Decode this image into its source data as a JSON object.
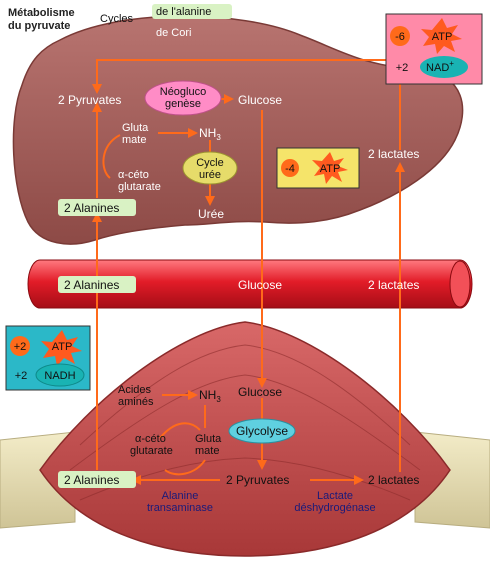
{
  "header": {
    "title_line1": "Métabolisme",
    "title_line2": "du pyruvate",
    "cycles": "Cycles",
    "cycle_alanine": "de l'alanine",
    "cycle_cori": "de Cori"
  },
  "liver": {
    "pyruvates": "2 Pyruvates",
    "neoglucogenese_line1": "Néogluco",
    "neoglucogenese_line2": "genèse",
    "glucose": "Glucose",
    "glutamate_line1": "Gluta",
    "glutamate_line2": "mate",
    "nh3_base": "NH",
    "nh3_sub": "3",
    "alpha_ceto_line1": "α-céto",
    "alpha_ceto_line2": "glutarate",
    "cycle_uree_line1": "Cycle",
    "cycle_uree_line2": "urée",
    "uree": "Urée",
    "alanines": "2 Alanines",
    "lactates": "2 lactates",
    "atp_cost": "-4",
    "atp_label": "ATP"
  },
  "liver_totals": {
    "atp_value": "-6",
    "atp_label": "ATP",
    "nad_value": "+2",
    "nad_label": "NAD",
    "nad_sup": "+"
  },
  "blood": {
    "alanines": "2 Alanines",
    "glucose": "Glucose",
    "lactates": "2 lactates"
  },
  "muscle_totals": {
    "atp_value": "+2",
    "atp_label": "ATP",
    "nadh_value": "+2",
    "nadh_label": "NADH"
  },
  "muscle": {
    "acides_amines_line1": "Acides",
    "acides_amines_line2": "aminés",
    "nh3_base": "NH",
    "nh3_sub": "3",
    "glucose": "Glucose",
    "glycolyse": "Glycolyse",
    "alpha_ceto_line1": "α-céto",
    "alpha_ceto_line2": "glutarate",
    "glutamate_line1": "Gluta",
    "glutamate_line2": "mate",
    "alanines": "2 Alanines",
    "pyruvates": "2 Pyruvates",
    "lactates": "2 lactates",
    "enzyme_alt_line1": "Alanine",
    "enzyme_alt_line2": "transaminase",
    "enzyme_ldh_line1": "Lactate",
    "enzyme_ldh_line2": "déshydrogénase"
  },
  "colors": {
    "liver": "#a35e5a",
    "vessel": "#e0202a",
    "muscle": "#c44a4a",
    "arrow": "#ff6a1a",
    "label_bg": "#d9f2c4",
    "atp_star": "#ff5a1f",
    "nad_oval": "#19b3b3",
    "liver_box": "#ff8aa8",
    "muscle_box": "#2bb8c8",
    "atp_box": "#f5e46a"
  }
}
